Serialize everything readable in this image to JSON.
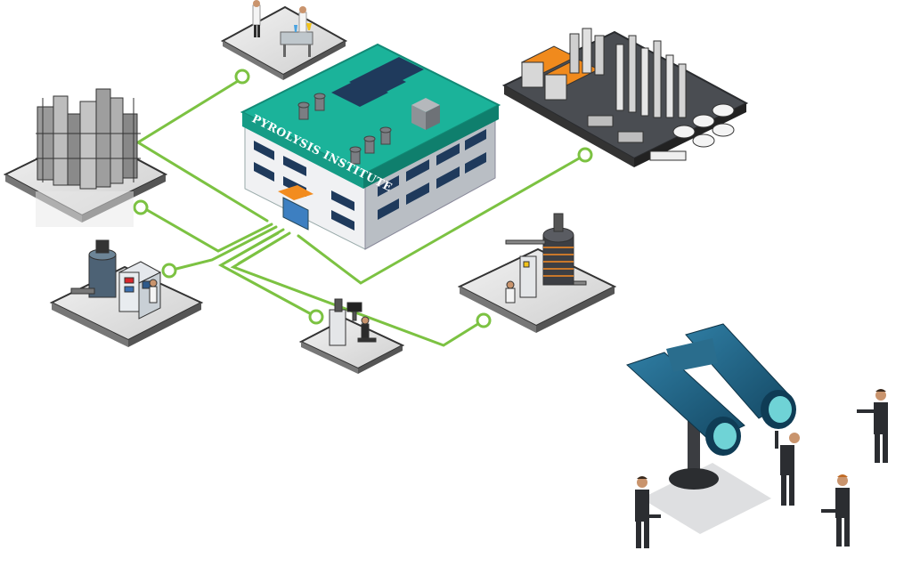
{
  "building": {
    "sign": "PYROLYSIS INSTITUTE",
    "roof_color": "#1bb39a",
    "wall_color": "#e6e8ea",
    "window_color": "#1f3a5c",
    "door_color": "#f28c1f"
  },
  "connector_color": "#7cc242",
  "stations": [
    {
      "id": "laboratory",
      "icon": "scientists-lab-icon"
    },
    {
      "id": "pilot-plant",
      "icon": "pilot-plant-icon"
    },
    {
      "id": "refinery",
      "icon": "refinery-icon"
    },
    {
      "id": "control-room",
      "icon": "reactor-control-icon"
    },
    {
      "id": "analysis",
      "icon": "analysis-workstation-icon"
    },
    {
      "id": "reactor",
      "icon": "reactor-vessel-icon"
    }
  ],
  "observers": {
    "icon": "binoculars-icon",
    "lens_color": "#1e5a7a",
    "people_count": 4
  }
}
